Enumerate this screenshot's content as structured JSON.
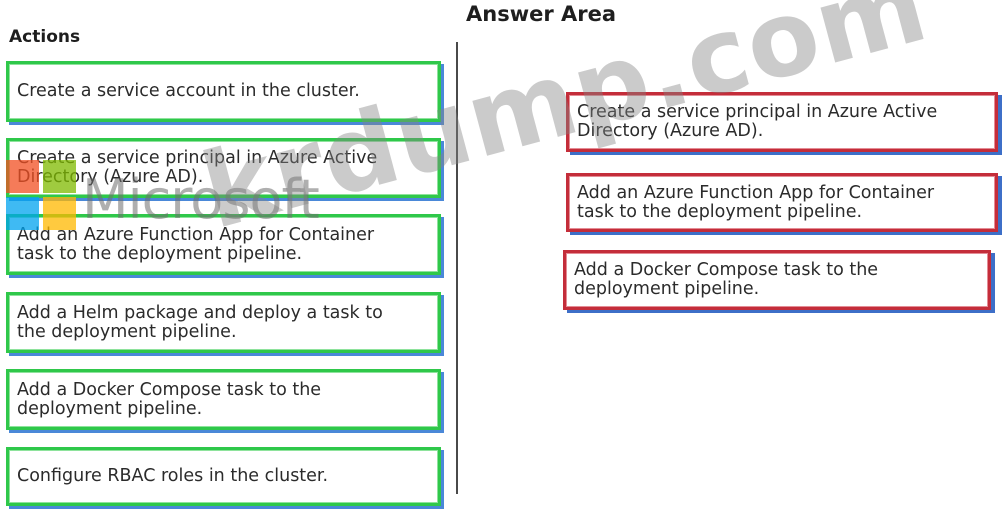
{
  "headings": {
    "answer_area": "Answer Area",
    "actions": "Actions"
  },
  "actions": [
    {
      "lines": [
        "Create a service account in the cluster."
      ]
    },
    {
      "lines": [
        "Create a service principal in Azure Active",
        "Directory (Azure AD)."
      ]
    },
    {
      "lines": [
        "Add an Azure Function App for Container",
        "task to the deployment pipeline."
      ]
    },
    {
      "lines": [
        "Add a Helm package and deploy a task to",
        "the deployment pipeline."
      ]
    },
    {
      "lines": [
        "Add a Docker Compose task to the",
        "deployment pipeline."
      ]
    },
    {
      "lines": [
        "Configure RBAC roles in the cluster."
      ]
    }
  ],
  "answers": [
    {
      "lines": [
        "Create a service principal in Azure Active",
        "Directory (Azure AD)."
      ]
    },
    {
      "lines": [
        "Add an Azure Function App for Container",
        "task to the deployment pipeline."
      ]
    },
    {
      "lines": [
        "Add a Docker Compose task to the",
        "deployment pipeline."
      ]
    }
  ],
  "watermarks": {
    "logo_text": "Microsoft",
    "site": "krdump.com"
  },
  "colors": {
    "action_border": "#2fc84a",
    "answer_border": "#c42d3a",
    "shadow": "#4a88d8"
  }
}
